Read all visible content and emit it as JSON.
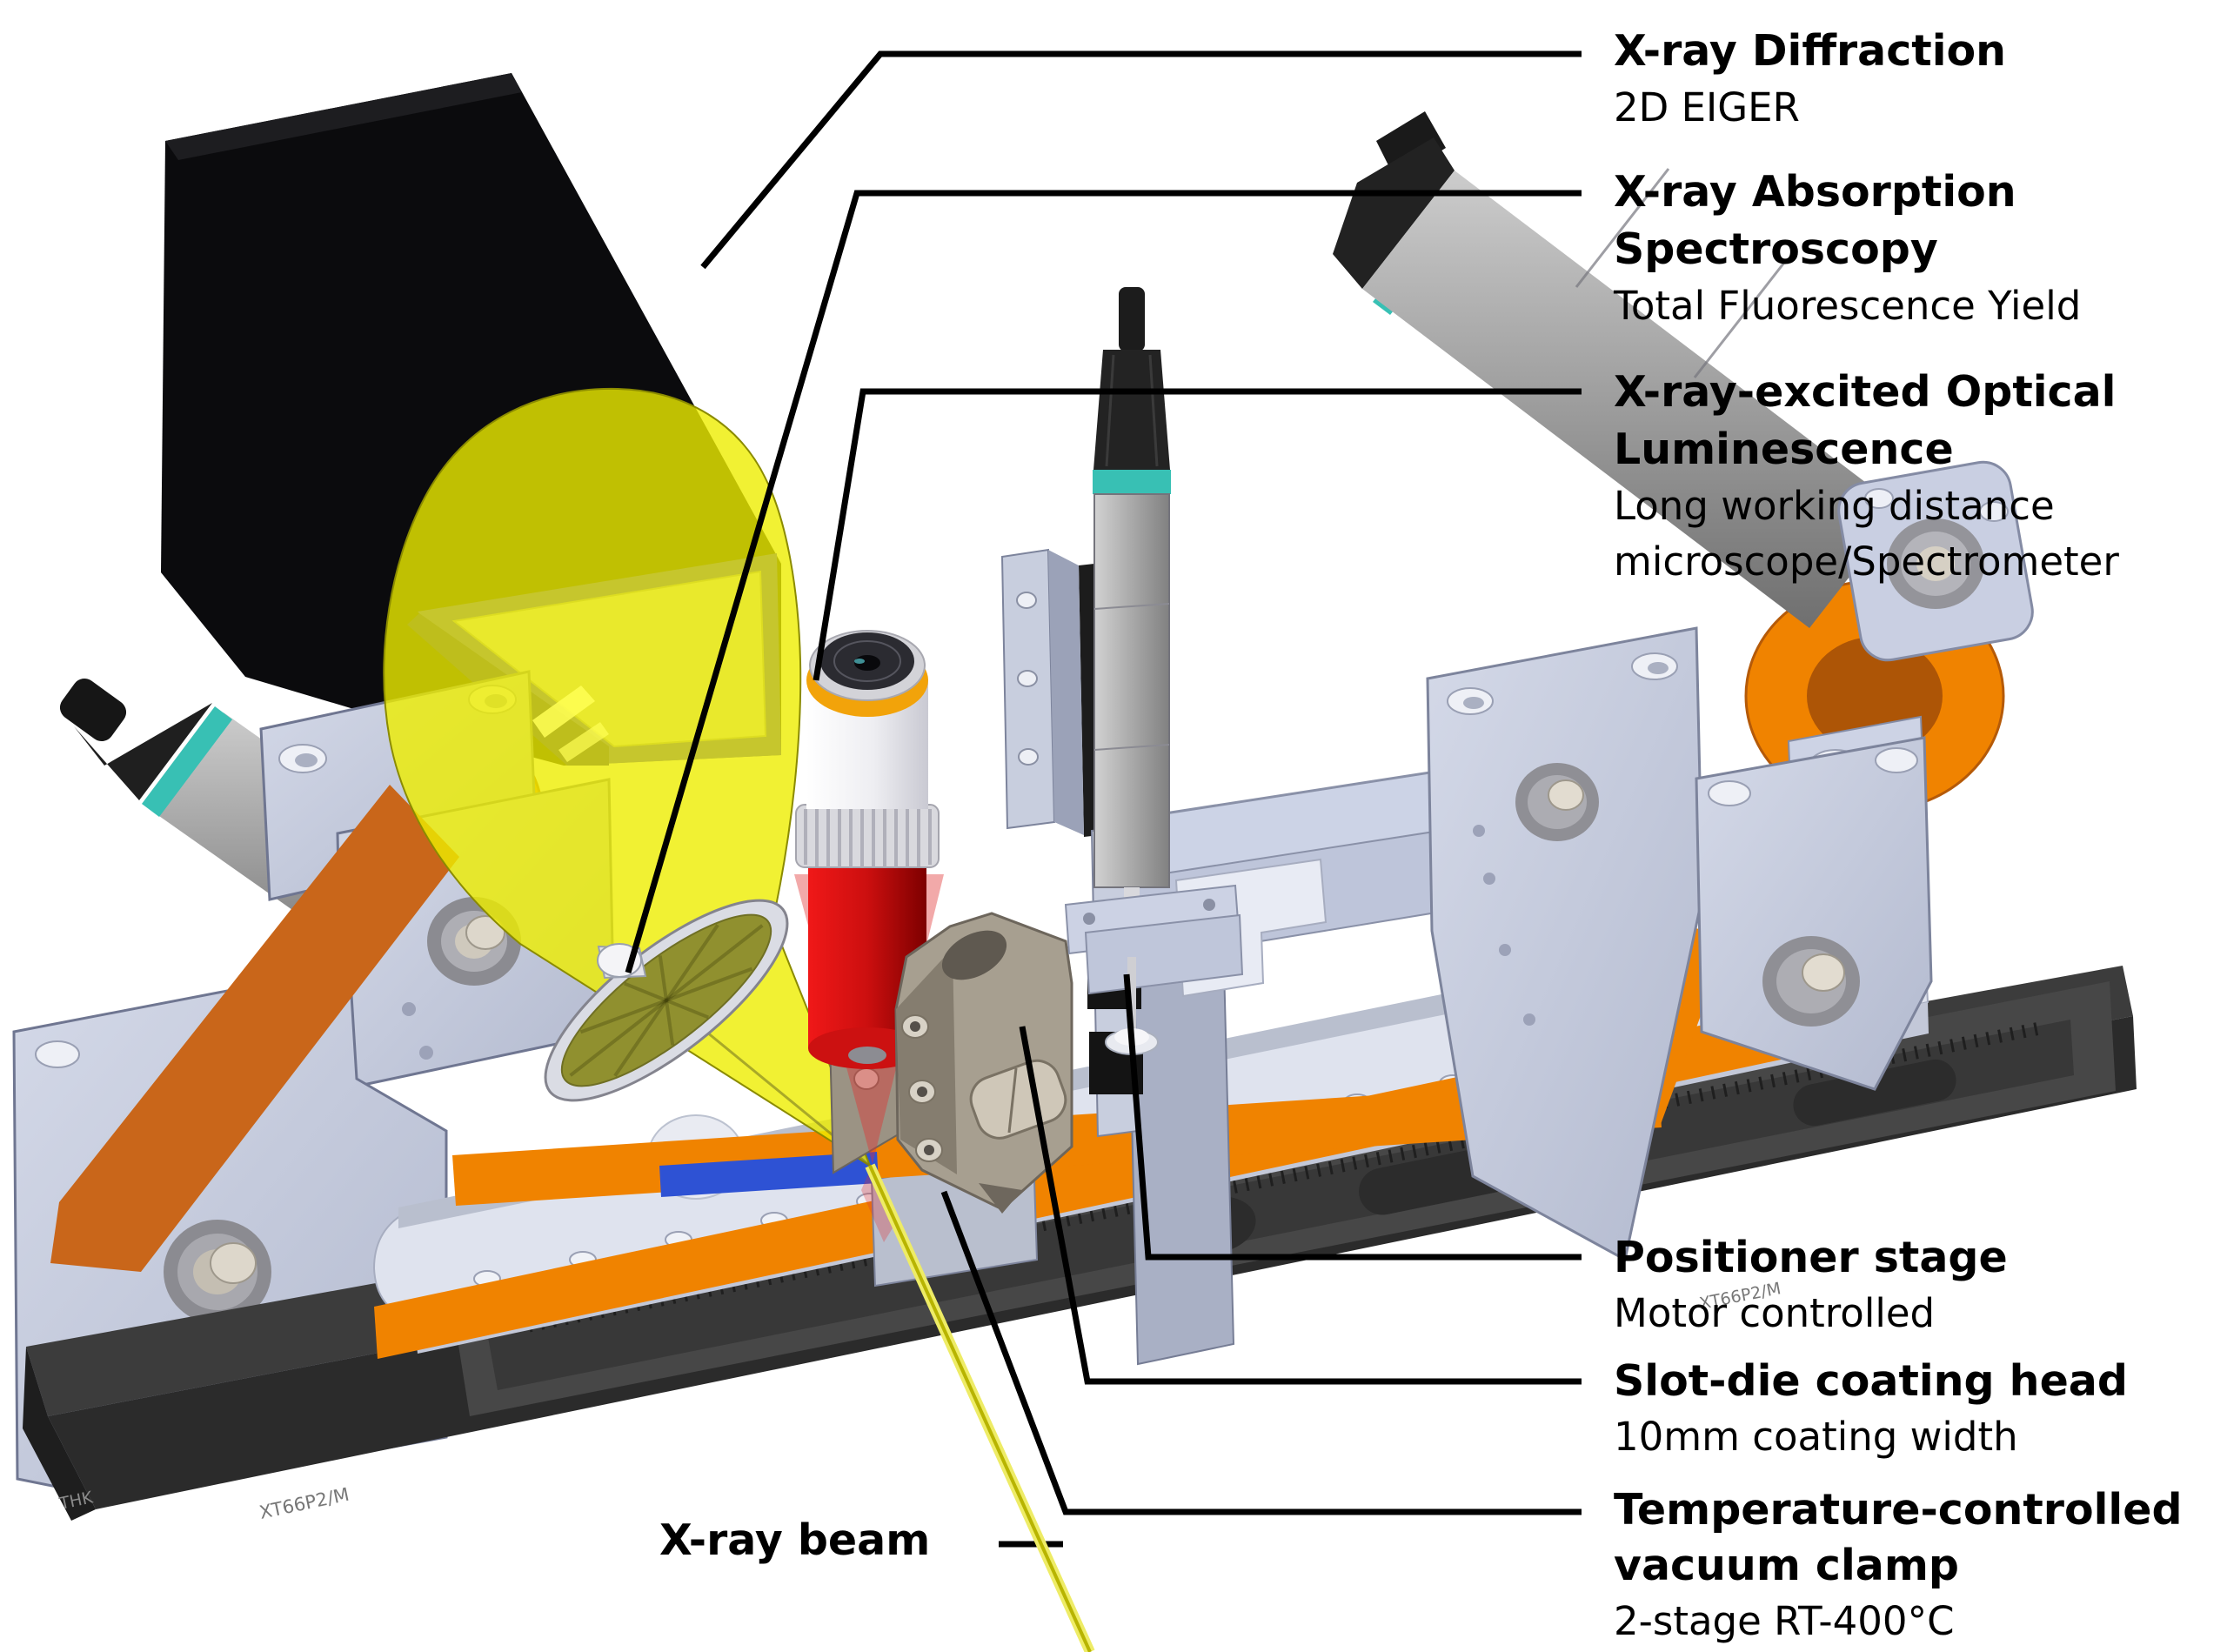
{
  "labels": {
    "xrd": {
      "title": "X-ray Diffraction",
      "sub": "2D EIGER"
    },
    "xas": {
      "title1": "X-ray Absorption",
      "title2": "Spectroscopy",
      "sub": "Total Fluorescence Yield"
    },
    "xeol": {
      "title1": "X-ray-excited Optical",
      "title2": "Luminescence",
      "sub1": "Long working distance",
      "sub2": "microscope/Spectrometer"
    },
    "positioner": {
      "title": "Positioner stage",
      "sub": "Motor controlled"
    },
    "slotdie": {
      "title": "Slot-die coating head",
      "sub": "10mm coating width"
    },
    "clamp": {
      "title1": "Temperature-controlled",
      "title2": "vacuum clamp",
      "sub": "2-stage RT-400°C"
    },
    "beam": {
      "title": "X-ray beam"
    }
  },
  "part_marks": {
    "thk": "THK",
    "left_code": "XT66P2/M",
    "right_code": "XT66P2/M"
  },
  "colors": {
    "web_orange": "#F08300",
    "web_dark": "#C9661A",
    "cone_yellow": "#EDED00",
    "disc_olive": "#90902F",
    "objective_red": "#CC1111",
    "frame_blue": "#2B2BE0",
    "frame_navy": "#00008B",
    "teal_ring": "#38C0B4",
    "coat_blue": "#2E52D4",
    "metal_light": "#C6CCDF",
    "base_dark": "#2B2B2B"
  }
}
